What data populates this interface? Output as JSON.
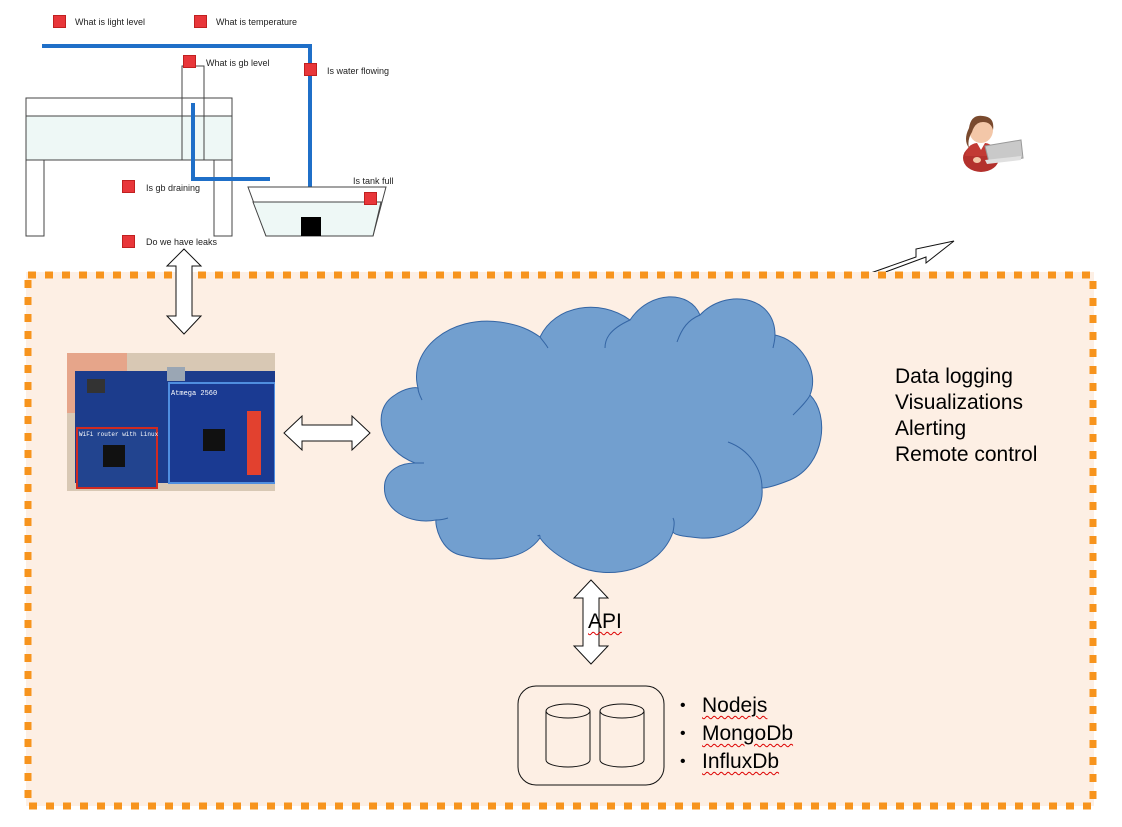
{
  "system": {
    "sensors": [
      {
        "id": "light",
        "label": "What is light level"
      },
      {
        "id": "temperature",
        "label": "What is temperature"
      },
      {
        "id": "gb-level",
        "label": "What is gb level"
      },
      {
        "id": "water-flowing",
        "label": "Is water flowing"
      },
      {
        "id": "tank-full",
        "label": "Is tank full"
      },
      {
        "id": "gb-draining",
        "label": "Is gb draining"
      },
      {
        "id": "leaks",
        "label": "Do we have leaks"
      }
    ],
    "colors": {
      "sensor": "#e8363a",
      "pipe": "#1f6fc8",
      "water": "#eef8f6",
      "pump": "#000000"
    }
  },
  "hardware": {
    "board_labels": [
      "WiFi router with Linux",
      "Atmega 2560"
    ]
  },
  "cloud": {
    "services": [
      "Data logging",
      "Visualizations",
      "Alerting",
      "Remote control"
    ],
    "color": "#729fcf"
  },
  "backend": {
    "api_label": "API",
    "stack": [
      "Nodejs",
      "MongoDb",
      "InfluxDb"
    ]
  },
  "user": {
    "icon": "user-with-laptop-icon"
  },
  "boundary": {
    "color": "#f7941d",
    "fill": "#fdefe4"
  }
}
